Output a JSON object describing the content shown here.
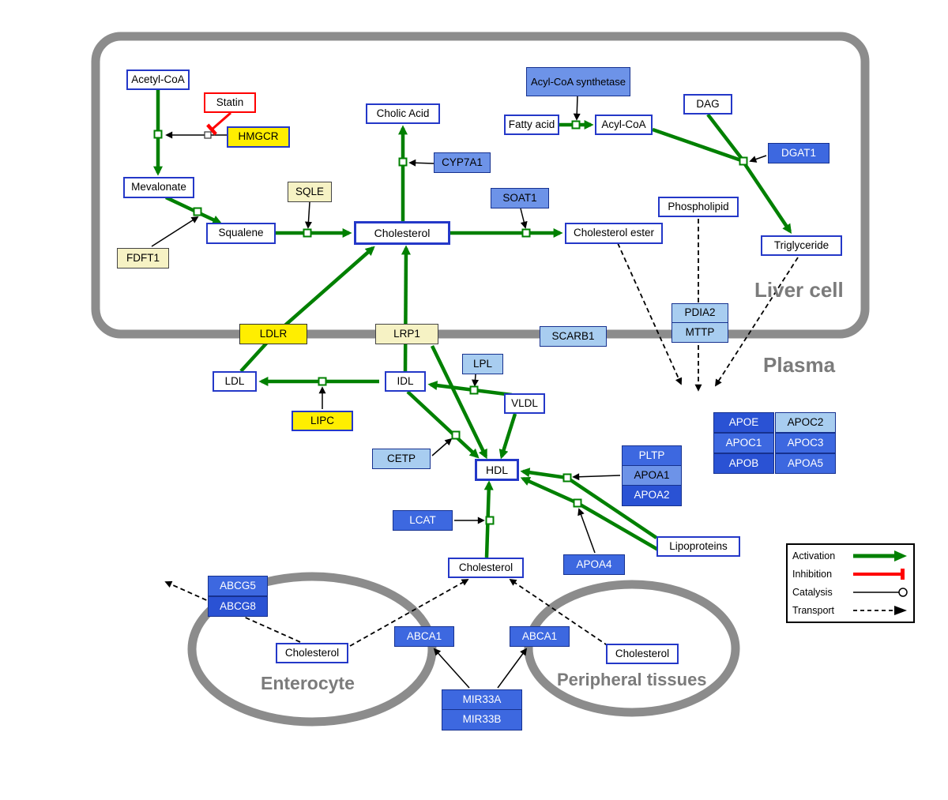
{
  "compartments": {
    "liver_label": "Liver cell",
    "plasma_label": "Plasma",
    "enterocyte_label": "Enterocyte",
    "peripheral_label": "Peripheral tissues"
  },
  "nodes": {
    "acetyl_coa": "Acetyl-CoA",
    "statin": "Statin",
    "hmgcr": "HMGCR",
    "mevalonate": "Mevalonate",
    "sqle": "SQLE",
    "fdft1": "FDFT1",
    "squalene": "Squalene",
    "cholesterol_liver": "Cholesterol",
    "cholic_acid": "Cholic Acid",
    "cyp7a1": "CYP7A1",
    "soat1": "SOAT1",
    "cholesterol_ester": "Cholesterol ester",
    "acyl_coa_synthetase": "Acyl-CoA synthetase",
    "fatty_acid": "Fatty acid",
    "acyl_coa": "Acyl-CoA",
    "dag": "DAG",
    "dgat1": "DGAT1",
    "phospholipid": "Phospholipid",
    "triglyceride": "Triglyceride",
    "pdia2": "PDIA2",
    "mttp": "MTTP",
    "ldlr": "LDLR",
    "lrp1": "LRP1",
    "scarb1": "SCARB1",
    "ldl": "LDL",
    "idl": "IDL",
    "lipc": "LIPC",
    "lpl": "LPL",
    "vldl": "VLDL",
    "cetp": "CETP",
    "hdl": "HDL",
    "lcat": "LCAT",
    "pltp": "PLTP",
    "apoa1": "APOA1",
    "apoa2": "APOA2",
    "apoa4": "APOA4",
    "lipoproteins": "Lipoproteins",
    "cholesterol_plasma": "Cholesterol",
    "apoe": "APOE",
    "apoc2": "APOC2",
    "apoc1": "APOC1",
    "apoc3": "APOC3",
    "apob": "APOB",
    "apoa5": "APOA5",
    "abcg5": "ABCG5",
    "abcg8": "ABCG8",
    "cholesterol_enterocyte": "Cholesterol",
    "abca1": "ABCA1",
    "cholesterol_peripheral": "Cholesterol",
    "mir33a": "MIR33A",
    "mir33b": "MIR33B"
  },
  "legend": {
    "activation": "Activation",
    "inhibition": "Inhibition",
    "catalysis": "Catalysis",
    "transport": "Transport"
  },
  "colors": {
    "activation": "#008000",
    "inhibition": "#ff0000",
    "membrane": "#8c8c8c",
    "metabolite_border": "#2438c8"
  }
}
